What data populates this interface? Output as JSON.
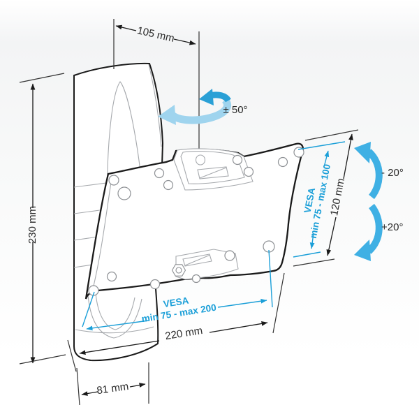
{
  "labels": {
    "dim_top": "105 mm",
    "dim_left": "230 mm",
    "dim_right": "120 mm",
    "dim_bottom": "220 mm",
    "dim_base": "81 mm",
    "swivel": "± 50°",
    "tilt_minus": "- 20°",
    "tilt_plus": "+20°",
    "vesa_vertical_title": "VESA",
    "vesa_vertical_range": "min 75 - max 100",
    "vesa_horizontal_title": "VESA",
    "vesa_horizontal_range": "min 75 - max 200"
  },
  "colors": {
    "accent": "#1b9fd8",
    "accent_light": "#9fd4ee",
    "accent_mid": "#3fb0e4",
    "ink": "#2b2b2b",
    "outline": "#1a1a1a",
    "detail": "#a6a9ad"
  }
}
